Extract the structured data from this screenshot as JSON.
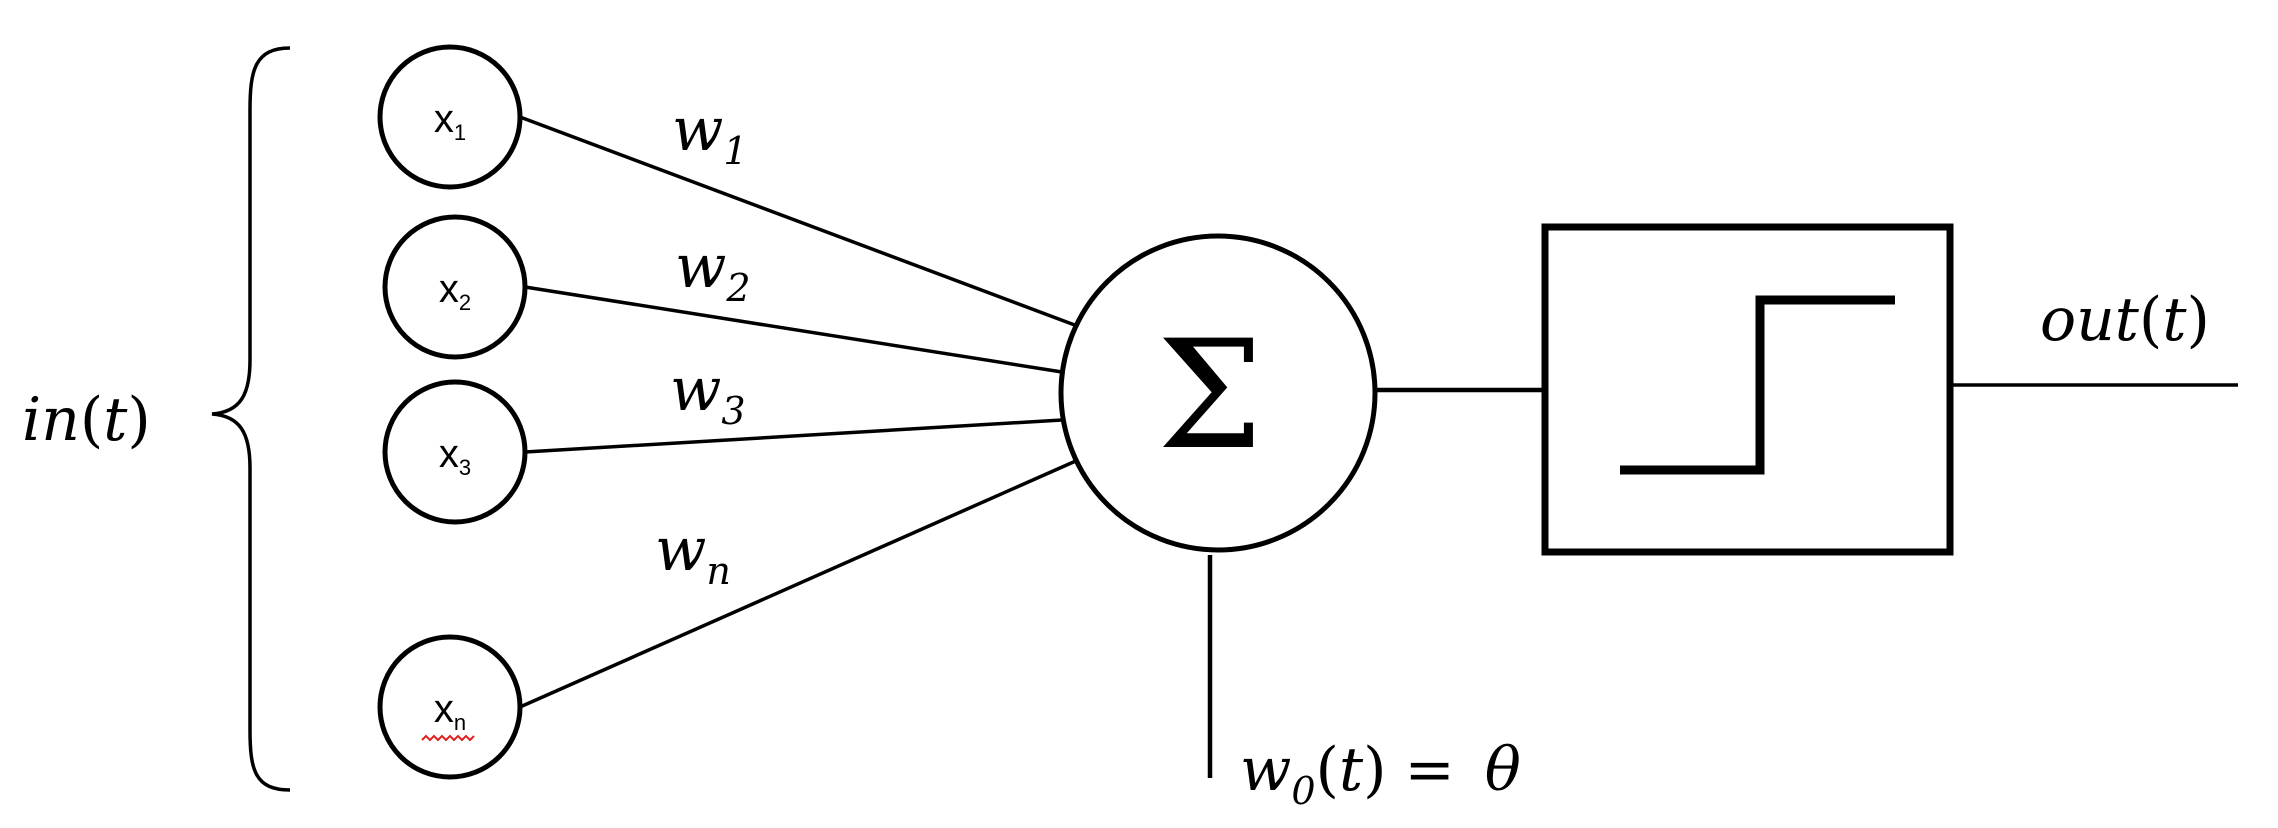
{
  "inputs": [
    {
      "base": "x",
      "sub": "1"
    },
    {
      "base": "x",
      "sub": "2"
    },
    {
      "base": "x",
      "sub": "3"
    },
    {
      "base": "x",
      "sub": "n"
    }
  ],
  "weights": [
    {
      "base": "w",
      "sub": "1"
    },
    {
      "base": "w",
      "sub": "2"
    },
    {
      "base": "w",
      "sub": "3"
    },
    {
      "base": "w",
      "sub": "n"
    }
  ],
  "input_group_label": {
    "pre": "in",
    "open": "(",
    "var": "t",
    "close": ")"
  },
  "summation_symbol": "Σ",
  "bias": {
    "base": "w",
    "sub": "0",
    "open": "(",
    "var": "t",
    "close": ")",
    "equals": "=",
    "theta": "θ"
  },
  "output_label": {
    "pre": "out",
    "open": "(",
    "var": "t",
    "close": ")"
  },
  "activation_icon": "step-function-icon",
  "colors": {
    "stroke": "#000000",
    "background": "#ffffff",
    "spellcheck_underline": "#e0201c"
  }
}
